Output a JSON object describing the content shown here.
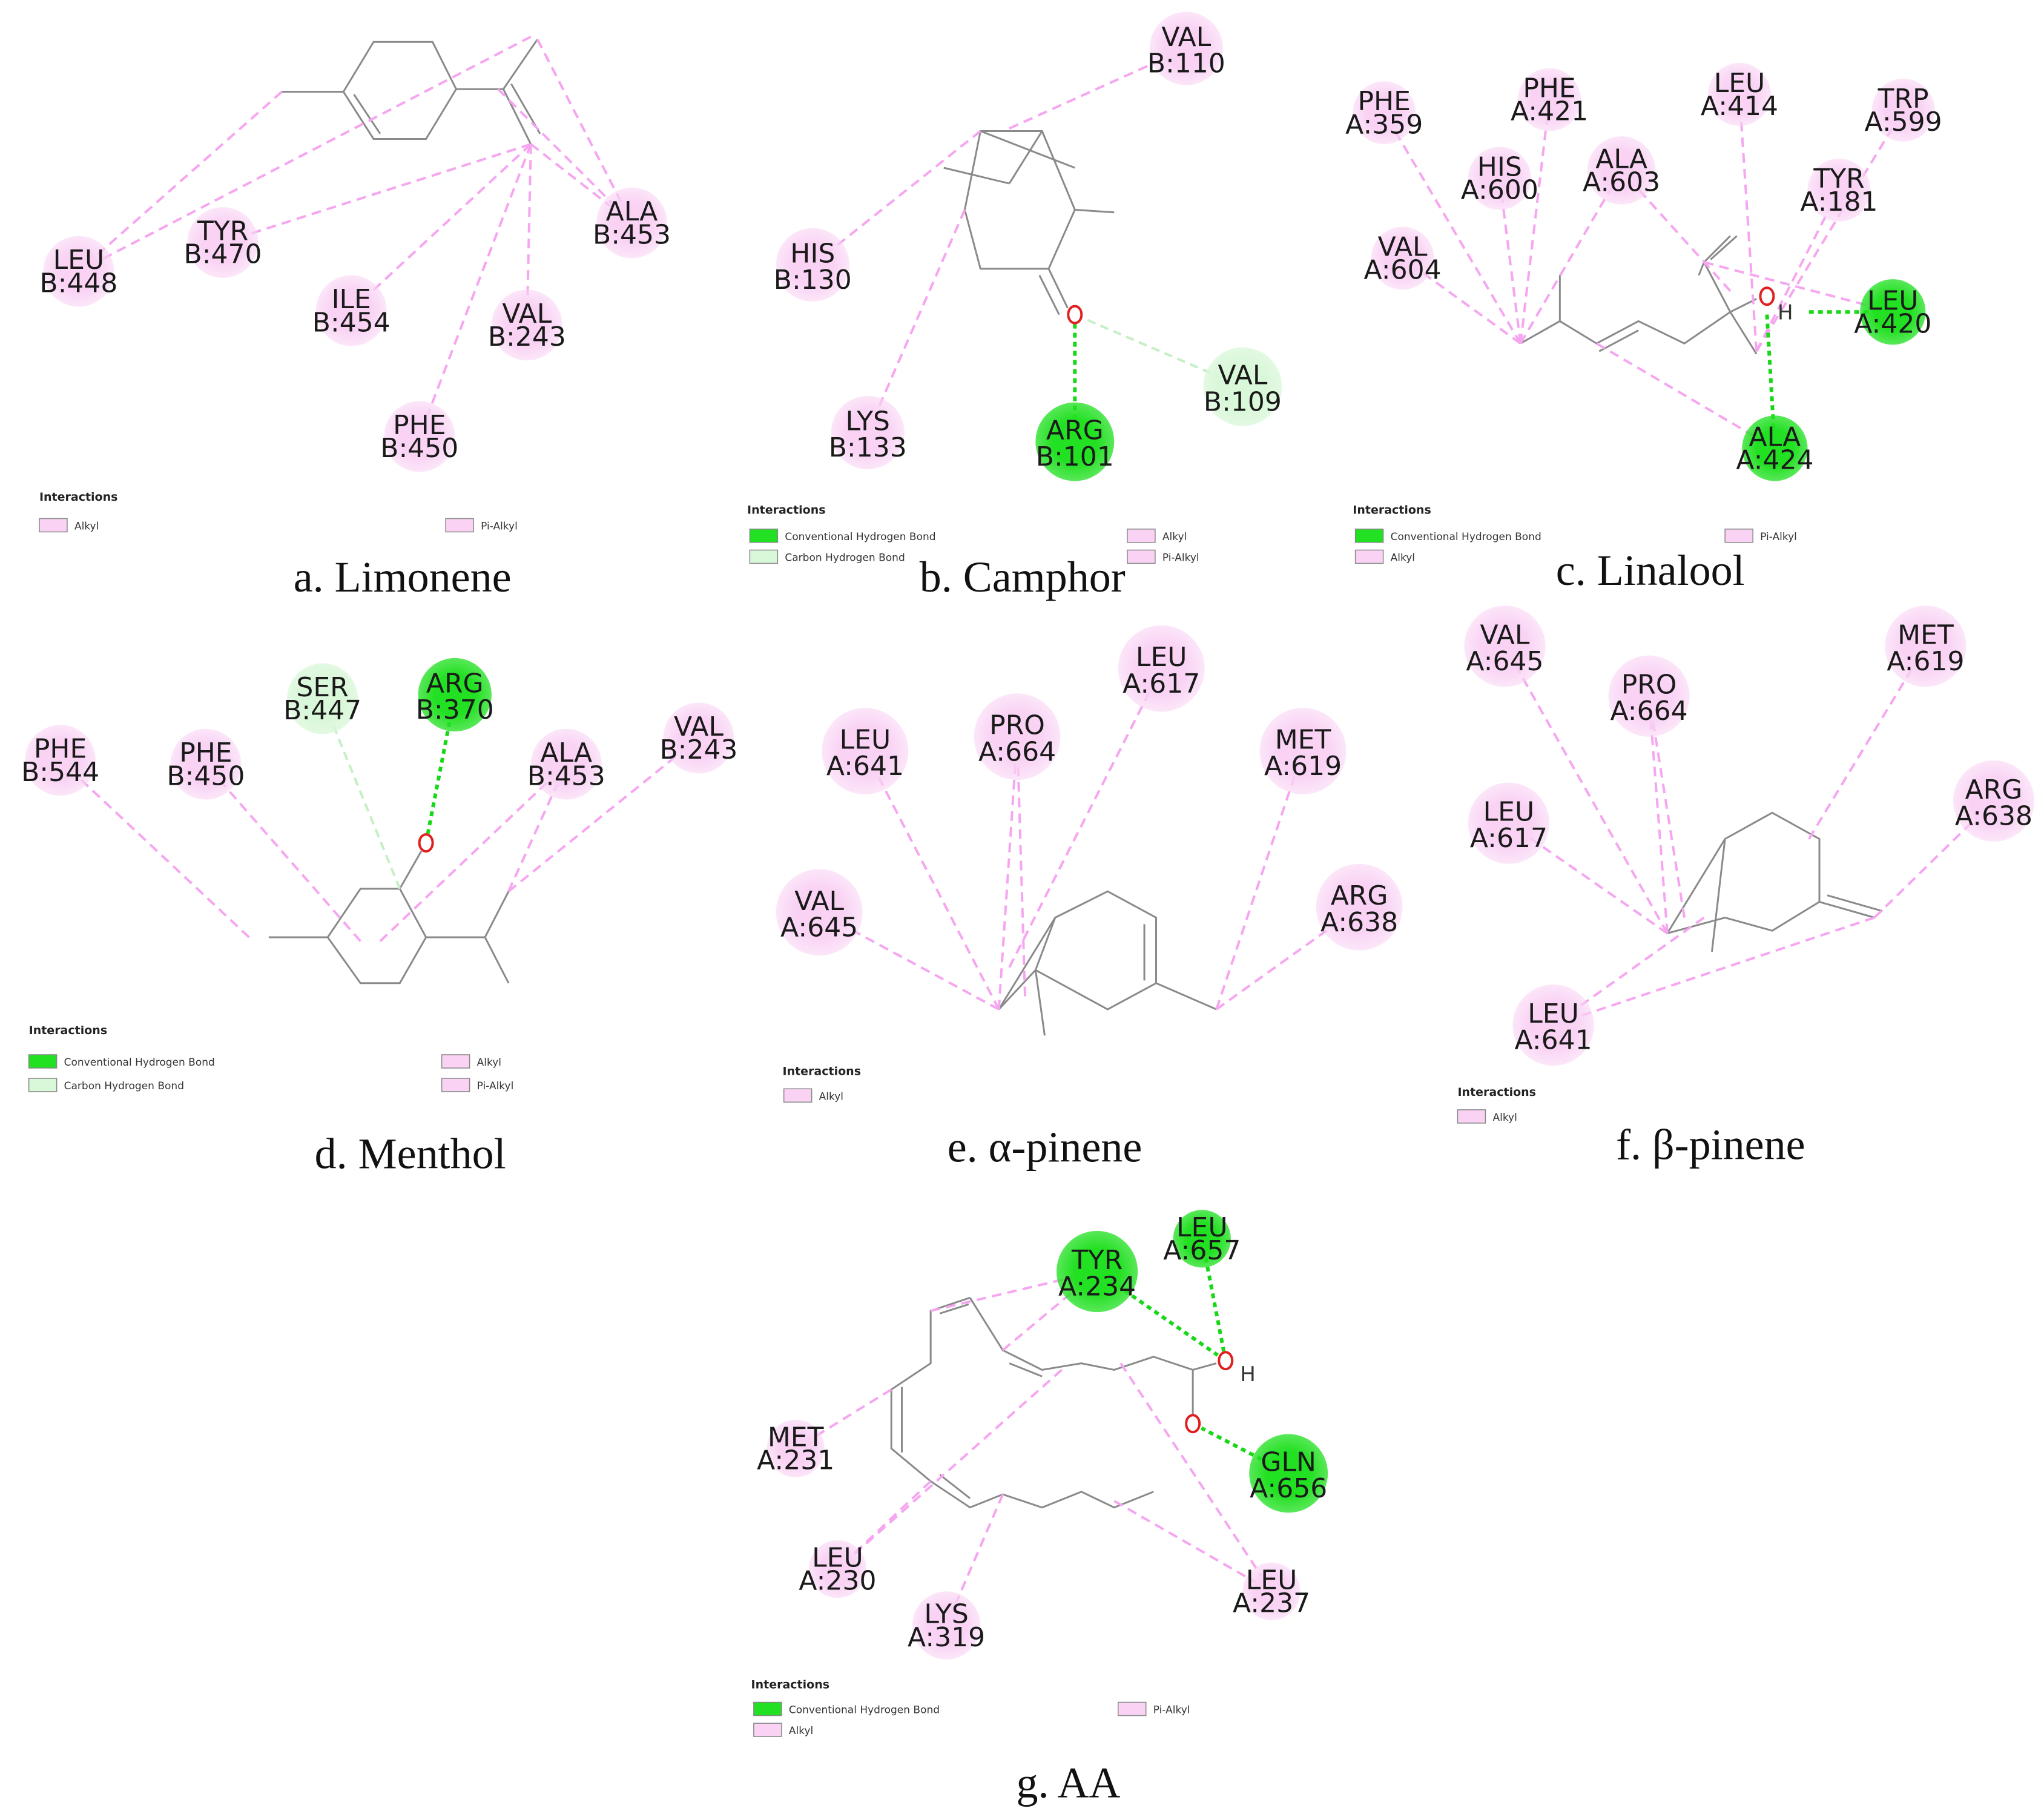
{
  "colors": {
    "alkyl_bubble": "#f9d2f4",
    "alkyl_line": "#f6a6f0",
    "hbond": "#22e022",
    "carbon_hbond": "#d9f7d9",
    "oxygen": "#e02020",
    "bond": "#8a8a8a"
  },
  "panels": [
    {
      "caption": "a. Limonene",
      "legend_title": "Interactions",
      "legend": [
        {
          "label": "Alkyl",
          "type": "alkyl"
        },
        {
          "label": "Pi-Alkyl",
          "type": "alkyl"
        }
      ],
      "residues": [
        {
          "label": [
            "LEU",
            "B:448"
          ],
          "type": "alkyl"
        },
        {
          "label": [
            "TYR",
            "B:470"
          ],
          "type": "alkyl"
        },
        {
          "label": [
            "ILE",
            "B:454"
          ],
          "type": "alkyl"
        },
        {
          "label": [
            "VAL",
            "B:243"
          ],
          "type": "alkyl"
        },
        {
          "label": [
            "ALA",
            "B:453"
          ],
          "type": "alkyl"
        },
        {
          "label": [
            "PHE",
            "B:450"
          ],
          "type": "alkyl"
        }
      ]
    },
    {
      "caption": "b. Camphor",
      "legend_title": "Interactions",
      "legend": [
        {
          "label": "Conventional Hydrogen Bond",
          "type": "hbond"
        },
        {
          "label": "Carbon Hydrogen Bond",
          "type": "chbond"
        },
        {
          "label": "Alkyl",
          "type": "alkyl"
        },
        {
          "label": "Pi-Alkyl",
          "type": "alkyl"
        }
      ],
      "residues": [
        {
          "label": [
            "VAL",
            "B:110"
          ],
          "type": "alkyl"
        },
        {
          "label": [
            "HIS",
            "B:130"
          ],
          "type": "alkyl"
        },
        {
          "label": [
            "LYS",
            "B:133"
          ],
          "type": "alkyl"
        },
        {
          "label": [
            "ARG",
            "B:101"
          ],
          "type": "hbond"
        },
        {
          "label": [
            "VAL",
            "B:109"
          ],
          "type": "chbond"
        }
      ]
    },
    {
      "caption": "c. Linalool",
      "legend_title": "Interactions",
      "legend": [
        {
          "label": "Conventional Hydrogen Bond",
          "type": "hbond"
        },
        {
          "label": "Alkyl",
          "type": "alkyl"
        },
        {
          "label": "Pi-Alkyl",
          "type": "alkyl"
        }
      ],
      "residues": [
        {
          "label": [
            "PHE",
            "A:421"
          ],
          "type": "alkyl"
        },
        {
          "label": [
            "LEU",
            "A:414"
          ],
          "type": "alkyl"
        },
        {
          "label": [
            "PHE",
            "A:359"
          ],
          "type": "alkyl"
        },
        {
          "label": [
            "TRP",
            "A:599"
          ],
          "type": "alkyl"
        },
        {
          "label": [
            "HIS",
            "A:600"
          ],
          "type": "alkyl"
        },
        {
          "label": [
            "ALA",
            "A:603"
          ],
          "type": "alkyl"
        },
        {
          "label": [
            "TYR",
            "A:181"
          ],
          "type": "alkyl"
        },
        {
          "label": [
            "VAL",
            "A:604"
          ],
          "type": "alkyl"
        },
        {
          "label": [
            "LEU",
            "A:420"
          ],
          "type": "hbond"
        },
        {
          "label": [
            "ALA",
            "A:424"
          ],
          "type": "hbond"
        }
      ]
    },
    {
      "caption": "d. Menthol",
      "legend_title": "Interactions",
      "legend": [
        {
          "label": "Conventional Hydrogen Bond",
          "type": "hbond"
        },
        {
          "label": "Carbon Hydrogen Bond",
          "type": "chbond"
        },
        {
          "label": "Alkyl",
          "type": "alkyl"
        },
        {
          "label": "Pi-Alkyl",
          "type": "alkyl"
        }
      ],
      "residues": [
        {
          "label": [
            "SER",
            "B:447"
          ],
          "type": "chbond"
        },
        {
          "label": [
            "ARG",
            "B:370"
          ],
          "type": "hbond"
        },
        {
          "label": [
            "PHE",
            "B:544"
          ],
          "type": "alkyl"
        },
        {
          "label": [
            "PHE",
            "B:450"
          ],
          "type": "alkyl"
        },
        {
          "label": [
            "ALA",
            "B:453"
          ],
          "type": "alkyl"
        },
        {
          "label": [
            "VAL",
            "B:243"
          ],
          "type": "alkyl"
        }
      ]
    },
    {
      "caption": "e. α-pinene",
      "legend_title": "Interactions",
      "legend": [
        {
          "label": "Alkyl",
          "type": "alkyl"
        }
      ],
      "residues": [
        {
          "label": [
            "LEU",
            "A:617"
          ],
          "type": "alkyl"
        },
        {
          "label": [
            "LEU",
            "A:641"
          ],
          "type": "alkyl"
        },
        {
          "label": [
            "PRO",
            "A:664"
          ],
          "type": "alkyl"
        },
        {
          "label": [
            "MET",
            "A:619"
          ],
          "type": "alkyl"
        },
        {
          "label": [
            "VAL",
            "A:645"
          ],
          "type": "alkyl"
        },
        {
          "label": [
            "ARG",
            "A:638"
          ],
          "type": "alkyl"
        }
      ]
    },
    {
      "caption": "f. β-pinene",
      "legend_title": "Interactions",
      "legend": [
        {
          "label": "Alkyl",
          "type": "alkyl"
        }
      ],
      "residues": [
        {
          "label": [
            "VAL",
            "A:645"
          ],
          "type": "alkyl"
        },
        {
          "label": [
            "MET",
            "A:619"
          ],
          "type": "alkyl"
        },
        {
          "label": [
            "PRO",
            "A:664"
          ],
          "type": "alkyl"
        },
        {
          "label": [
            "LEU",
            "A:617"
          ],
          "type": "alkyl"
        },
        {
          "label": [
            "ARG",
            "A:638"
          ],
          "type": "alkyl"
        },
        {
          "label": [
            "LEU",
            "A:641"
          ],
          "type": "alkyl"
        }
      ]
    },
    {
      "caption": "g. AA",
      "legend_title": "Interactions",
      "legend": [
        {
          "label": "Conventional Hydrogen Bond",
          "type": "hbond"
        },
        {
          "label": "Alkyl",
          "type": "alkyl"
        },
        {
          "label": "Pi-Alkyl",
          "type": "alkyl"
        }
      ],
      "residues": [
        {
          "label": [
            "LEU",
            "A:657"
          ],
          "type": "hbond"
        },
        {
          "label": [
            "TYR",
            "A:234"
          ],
          "type": "hbond"
        },
        {
          "label": [
            "MET",
            "A:231"
          ],
          "type": "alkyl"
        },
        {
          "label": [
            "GLN",
            "A:656"
          ],
          "type": "hbond"
        },
        {
          "label": [
            "LEU",
            "A:230"
          ],
          "type": "alkyl"
        },
        {
          "label": [
            "LEU",
            "A:237"
          ],
          "type": "alkyl"
        },
        {
          "label": [
            "LYS",
            "A:319"
          ],
          "type": "alkyl"
        }
      ]
    }
  ],
  "atom_labels": {
    "oxygen": "O",
    "hydrogen": "H"
  }
}
